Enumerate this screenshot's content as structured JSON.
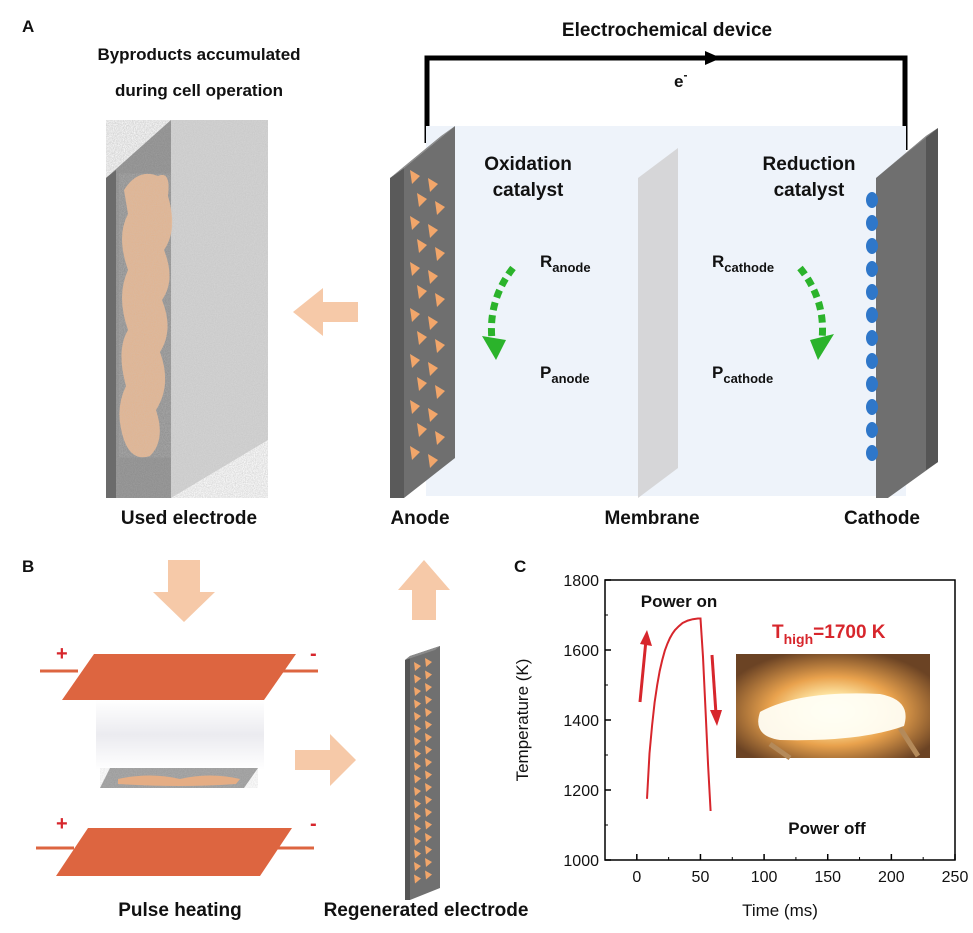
{
  "panels": {
    "a": {
      "label": "A",
      "device_title": "Electrochemical device",
      "electron": "e",
      "electron_sup": "-",
      "byproducts_line1": "Byproducts accumulated",
      "byproducts_line2": "during cell operation",
      "oxidation_line1": "Oxidation",
      "oxidation_line2": "catalyst",
      "reduction_line1": "Reduction",
      "reduction_line2": "catalyst",
      "r_anode": "R",
      "r_anode_sub": "anode",
      "p_anode": "P",
      "p_anode_sub": "anode",
      "r_cathode": "R",
      "r_cathode_sub": "cathode",
      "p_cathode": "P",
      "p_cathode_sub": "cathode",
      "used_electrode": "Used electrode",
      "anode": "Anode",
      "membrane": "Membrane",
      "cathode": "Cathode"
    },
    "b": {
      "label": "B",
      "plus": "+",
      "minus": "-",
      "pulse_heating": "Pulse heating",
      "regenerated_electrode": "Regenerated electrode"
    },
    "c": {
      "label": "C",
      "power_on": "Power on",
      "power_off": "Power off",
      "t_high": "T",
      "t_high_sub": "high",
      "t_high_value": "=1700 K"
    }
  },
  "colors": {
    "accent_red": "#d7262c",
    "arrow_peach": "#f6c9a8",
    "plate_orange": "#dd6540",
    "particle_orange": "#f2a66a",
    "cathode_blue": "#2f77c9",
    "electrode_gray": "#6f6f6f",
    "reaction_green": "#2bb32b"
  },
  "chart_data": {
    "type": "line",
    "xlabel": "Time (ms)",
    "ylabel": "Temperature (K)",
    "xlim": [
      -25,
      250
    ],
    "ylim": [
      1000,
      1800
    ],
    "xticks": [
      0,
      50,
      100,
      150,
      200,
      250
    ],
    "yticks": [
      1000,
      1200,
      1400,
      1600,
      1800
    ],
    "series": [
      {
        "x": [
          8,
          10,
          12,
          14,
          16,
          18,
          20,
          22,
          24,
          26,
          28,
          30,
          33,
          36,
          40,
          44,
          48,
          50,
          52,
          54,
          56,
          58
        ],
        "y": [
          1175,
          1305,
          1385,
          1450,
          1500,
          1540,
          1572,
          1598,
          1618,
          1634,
          1647,
          1657,
          1668,
          1677,
          1684,
          1688,
          1690,
          1690,
          1580,
          1430,
          1270,
          1140
        ]
      }
    ]
  }
}
